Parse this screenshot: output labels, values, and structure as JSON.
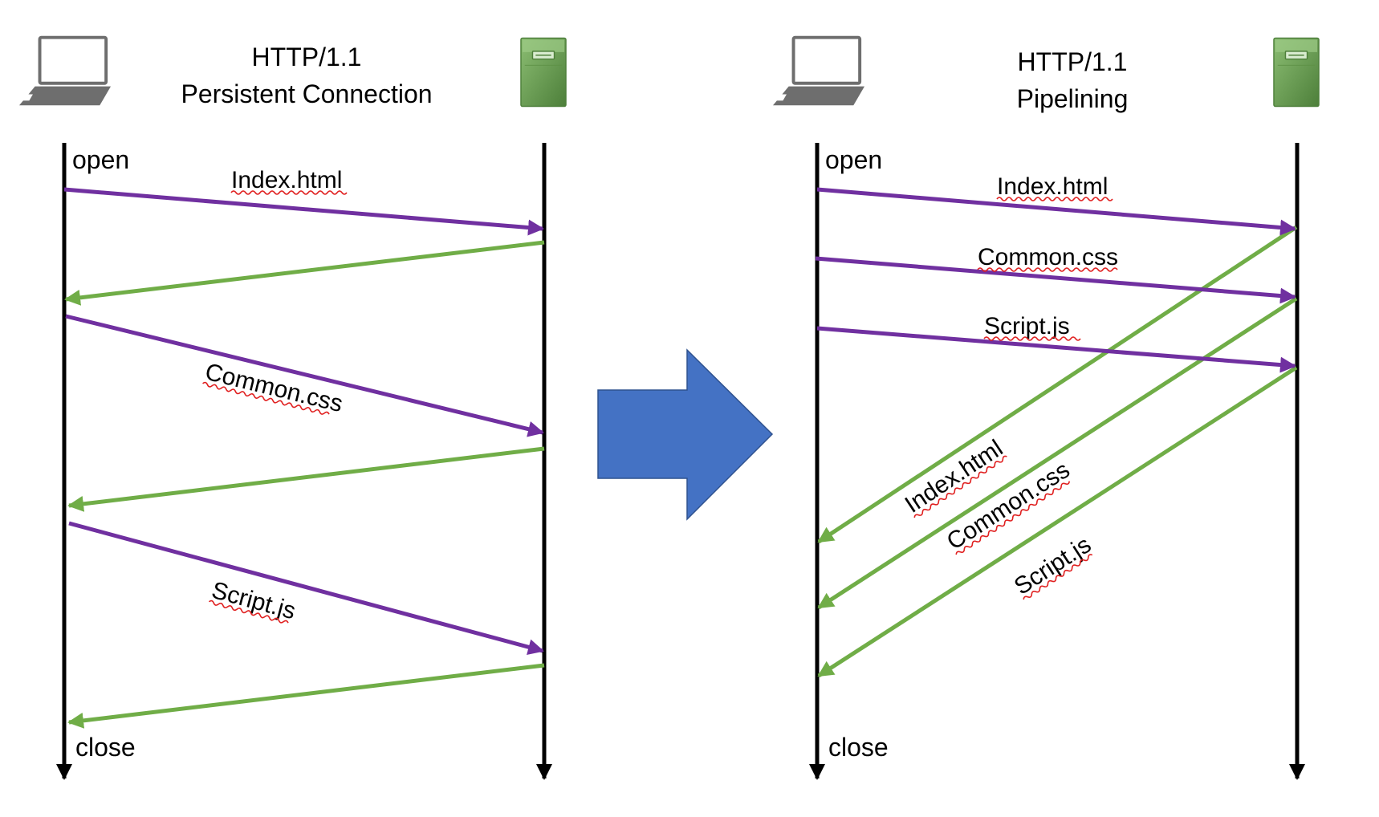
{
  "colors": {
    "request": "#7030a0",
    "response": "#70ad47",
    "lifeline": "#000000",
    "arrow_fill": "#4472c4",
    "arrow_stroke": "#2f528f",
    "laptop": "#6e6e6e",
    "server": "#6aa153",
    "spellcheck": "#e02020"
  },
  "left_panel": {
    "title_line1": "HTTP/1.1",
    "title_line2": "Persistent Connection",
    "open_label": "open",
    "close_label": "close",
    "messages": [
      {
        "label": "Index.html",
        "kind": "request"
      },
      {
        "label": "",
        "kind": "response"
      },
      {
        "label": "Common.css",
        "kind": "request"
      },
      {
        "label": "",
        "kind": "response"
      },
      {
        "label": "Script.js",
        "kind": "request"
      },
      {
        "label": "",
        "kind": "response"
      }
    ]
  },
  "right_panel": {
    "title_line1": "HTTP/1.1",
    "title_line2": "Pipelining",
    "open_label": "open",
    "close_label": "close",
    "messages": [
      {
        "label": "Index.html",
        "kind": "request"
      },
      {
        "label": "Common.css",
        "kind": "request"
      },
      {
        "label": "Script.js",
        "kind": "request"
      },
      {
        "label": "Index.html",
        "kind": "response"
      },
      {
        "label": "Common.css",
        "kind": "response"
      },
      {
        "label": "Script.js",
        "kind": "response"
      }
    ]
  },
  "transition_icon": "block-arrow-right-icon",
  "client_icon": "laptop-icon",
  "server_icon": "server-icon"
}
